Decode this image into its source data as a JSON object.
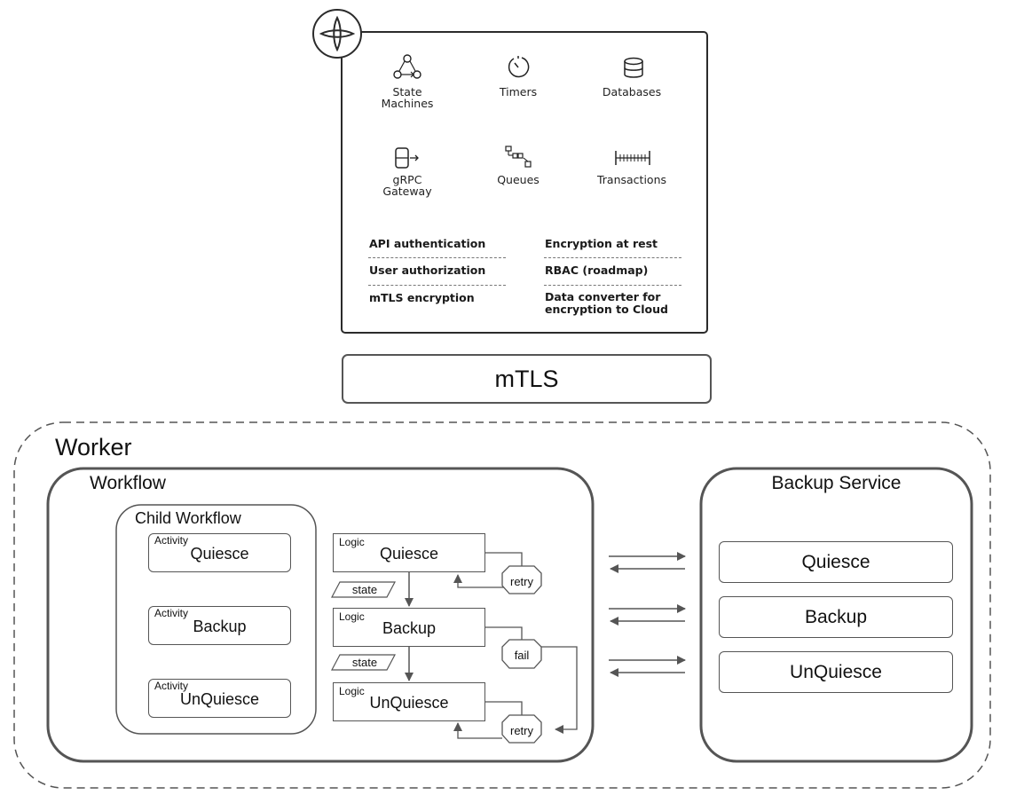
{
  "platform": {
    "logo_icon": "temporal-logo-icon",
    "features": [
      {
        "label": "State\nMachines",
        "icon": "state-machine-icon"
      },
      {
        "label": "Timers",
        "icon": "timer-icon"
      },
      {
        "label": "Databases",
        "icon": "database-icon"
      },
      {
        "label": "gRPC\nGateway",
        "icon": "gateway-icon"
      },
      {
        "label": "Queues",
        "icon": "queue-icon"
      },
      {
        "label": "Transactions",
        "icon": "transaction-icon"
      }
    ],
    "security_left": [
      "API authentication",
      "User authorization",
      "mTLS encryption"
    ],
    "security_right": [
      "Encryption at rest",
      "RBAC (roadmap)",
      "Data converter for\nencryption to Cloud"
    ]
  },
  "mtls": {
    "label": "mTLS"
  },
  "worker": {
    "title": "Worker",
    "workflow": {
      "title": "Workflow",
      "child_workflow": {
        "title": "Child Workflow",
        "activities": [
          {
            "tag": "Activity",
            "name": "Quiesce"
          },
          {
            "tag": "Activity",
            "name": "Backup"
          },
          {
            "tag": "Activity",
            "name": "UnQuiesce"
          }
        ]
      },
      "logic_steps": [
        {
          "tag": "Logic",
          "name": "Quiesce"
        },
        {
          "tag": "Logic",
          "name": "Backup"
        },
        {
          "tag": "Logic",
          "name": "UnQuiesce"
        }
      ],
      "state_labels": [
        "state",
        "state"
      ],
      "handlers": [
        "retry",
        "fail",
        "retry"
      ]
    },
    "backup_service": {
      "title": "Backup Service",
      "items": [
        "Quiesce",
        "Backup",
        "UnQuiesce"
      ]
    }
  }
}
